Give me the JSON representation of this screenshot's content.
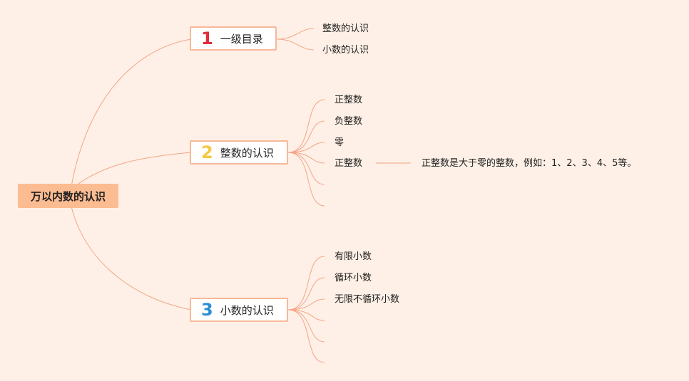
{
  "root": {
    "label": "万以内数的认识"
  },
  "colors": {
    "background": "#fef0e6",
    "root_fill": "#fcbc92",
    "branch_border": "#f7b99a",
    "link": "#f4a487",
    "num1": "#e02d3c",
    "num2": "#f5c842",
    "num3": "#2a8fd3"
  },
  "branches": [
    {
      "number": "1",
      "label": "一级目录",
      "children": [
        "整数的认识",
        "小数的认识"
      ]
    },
    {
      "number": "2",
      "label": "整数的认识",
      "children": [
        "正整数",
        "负整数",
        "零",
        "正整数",
        "",
        ""
      ],
      "note": "正整数是大于零的整数，例如：1、2、3、4、5等。"
    },
    {
      "number": "3",
      "label": "小数的认识",
      "children": [
        "有限小数",
        "循环小数",
        "无限不循环小数",
        "",
        "",
        ""
      ]
    }
  ]
}
